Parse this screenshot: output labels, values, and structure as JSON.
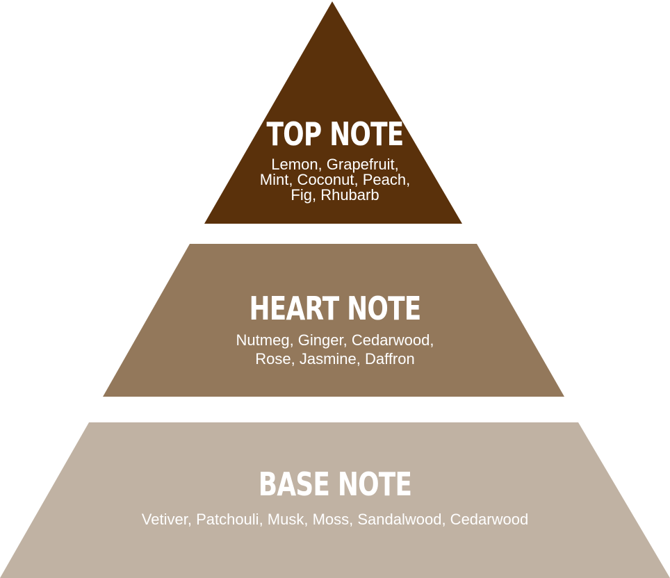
{
  "colors": {
    "top": "#5a310b",
    "heart": "#93785b",
    "base": "#c0b2a3",
    "text": "#ffffff"
  },
  "tiers": {
    "top": {
      "title": "TOP NOTE",
      "notes": [
        "Lemon, Grapefruit,",
        "Mint, Coconut, Peach,",
        "Fig, Rhubarb"
      ]
    },
    "heart": {
      "title": "HEART NOTE",
      "notes": [
        "Nutmeg, Ginger, Cedarwood,",
        "Rose, Jasmine, Daffron"
      ]
    },
    "base": {
      "title": "BASE NOTE",
      "notes": [
        "Vetiver, Patchouli, Musk, Moss, Sandalwood, Cedarwood"
      ]
    }
  }
}
